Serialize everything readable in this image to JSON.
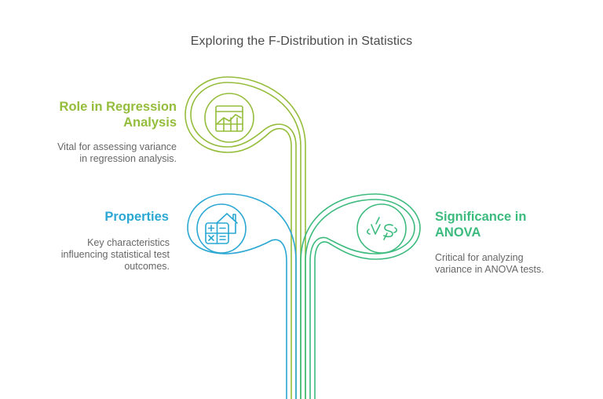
{
  "title": "Exploring the F-Distribution in Statistics",
  "colors": {
    "regression": "#95bd3c",
    "properties": "#2aa7d3",
    "anova": "#3dbb7e",
    "text": "#666666",
    "title": "#4a4a4a"
  },
  "items": [
    {
      "id": "regression",
      "heading_line1": "Role in Regression",
      "heading_line2": "Analysis",
      "desc_line1": "Vital for assessing variance",
      "desc_line2": "in regression analysis.",
      "icon": "line-chart-icon"
    },
    {
      "id": "properties",
      "heading_line1": "Properties",
      "desc_line1": "Key characteristics",
      "desc_line2": "influencing statistical test",
      "desc_line3": "outcomes.",
      "icon": "calculator-house-icon"
    },
    {
      "id": "anova",
      "heading_line1": "Significance in",
      "heading_line2": "ANOVA",
      "desc_line1": "Critical for analyzing",
      "desc_line2": "variance in ANOVA tests.",
      "icon": "versus-icon"
    }
  ]
}
